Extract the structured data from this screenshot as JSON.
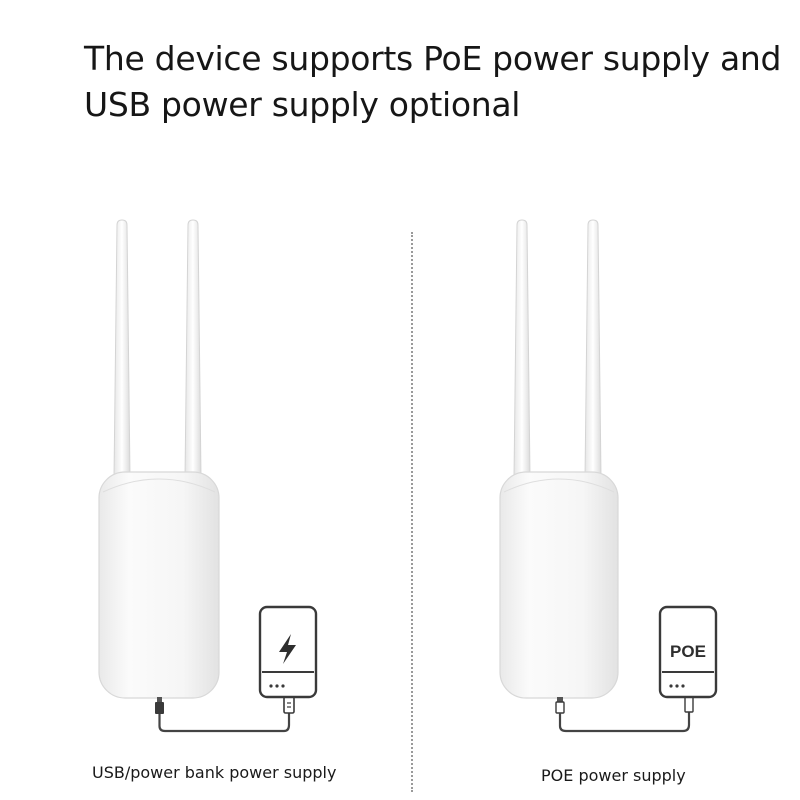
{
  "headline": {
    "line1": "The device supports PoE power supply and",
    "line2": "USB power supply optional"
  },
  "panels": {
    "left": {
      "caption": "USB/power bank power supply",
      "power_source_icon": "lightning-bolt-icon"
    },
    "right": {
      "caption": "POE power supply",
      "power_source_label": "POE"
    }
  },
  "colors": {
    "device_body": "#f4f4f4",
    "device_outline": "#d8d8d8",
    "outline_dark": "#3a3a3a",
    "cable": "#444444"
  }
}
